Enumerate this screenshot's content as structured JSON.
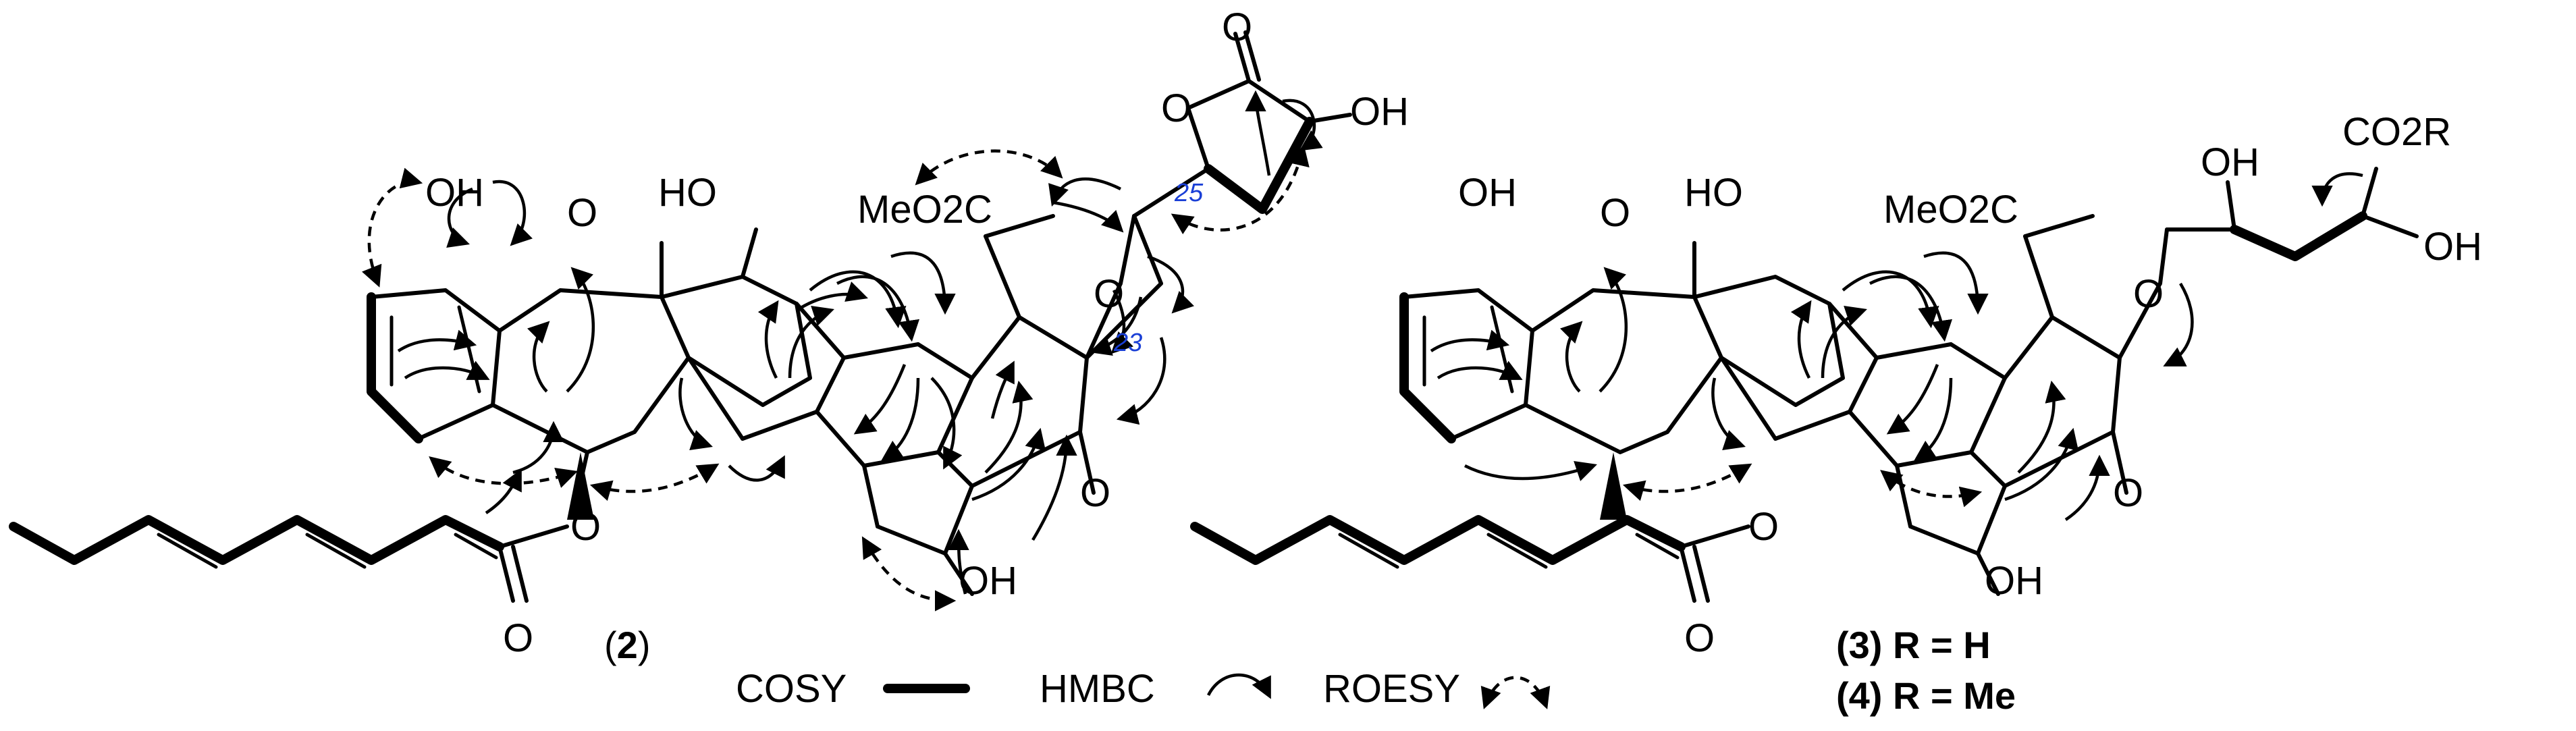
{
  "compound_2": {
    "label_open": "(",
    "label_num": "2",
    "label_close": ")",
    "atoms": {
      "oh_top_left": "OH",
      "o_ketone_top": "O",
      "ho_top_mid": "HO",
      "meo2c": "MeO2C",
      "o_lactone_carbonyl": "O",
      "o_lactone_ring": "O",
      "oh_lactone": "OH",
      "o_pyran": "O",
      "o_ketone_right": "O",
      "oh_bottom": "OH",
      "o_ester": "O",
      "o_ester_carbonyl": "O"
    },
    "numbering": {
      "c25": "25",
      "c23": "23"
    }
  },
  "compound_3_4": {
    "label_3": "(3) R = H",
    "label_4": "(4) R = Me",
    "atoms": {
      "oh_top_left": "OH",
      "o_ketone_top": "O",
      "ho_top_mid": "HO",
      "meo2c": "MeO2C",
      "oh_side": "OH",
      "co2r": "CO2R",
      "oh_right": "OH",
      "o_pyran": "O",
      "o_ketone_right": "O",
      "oh_bottom": "OH",
      "o_ester": "O",
      "o_ester_carbonyl": "O"
    }
  },
  "legend": {
    "cosy": "COSY",
    "hmbc": "HMBC",
    "roesy": "ROESY"
  }
}
